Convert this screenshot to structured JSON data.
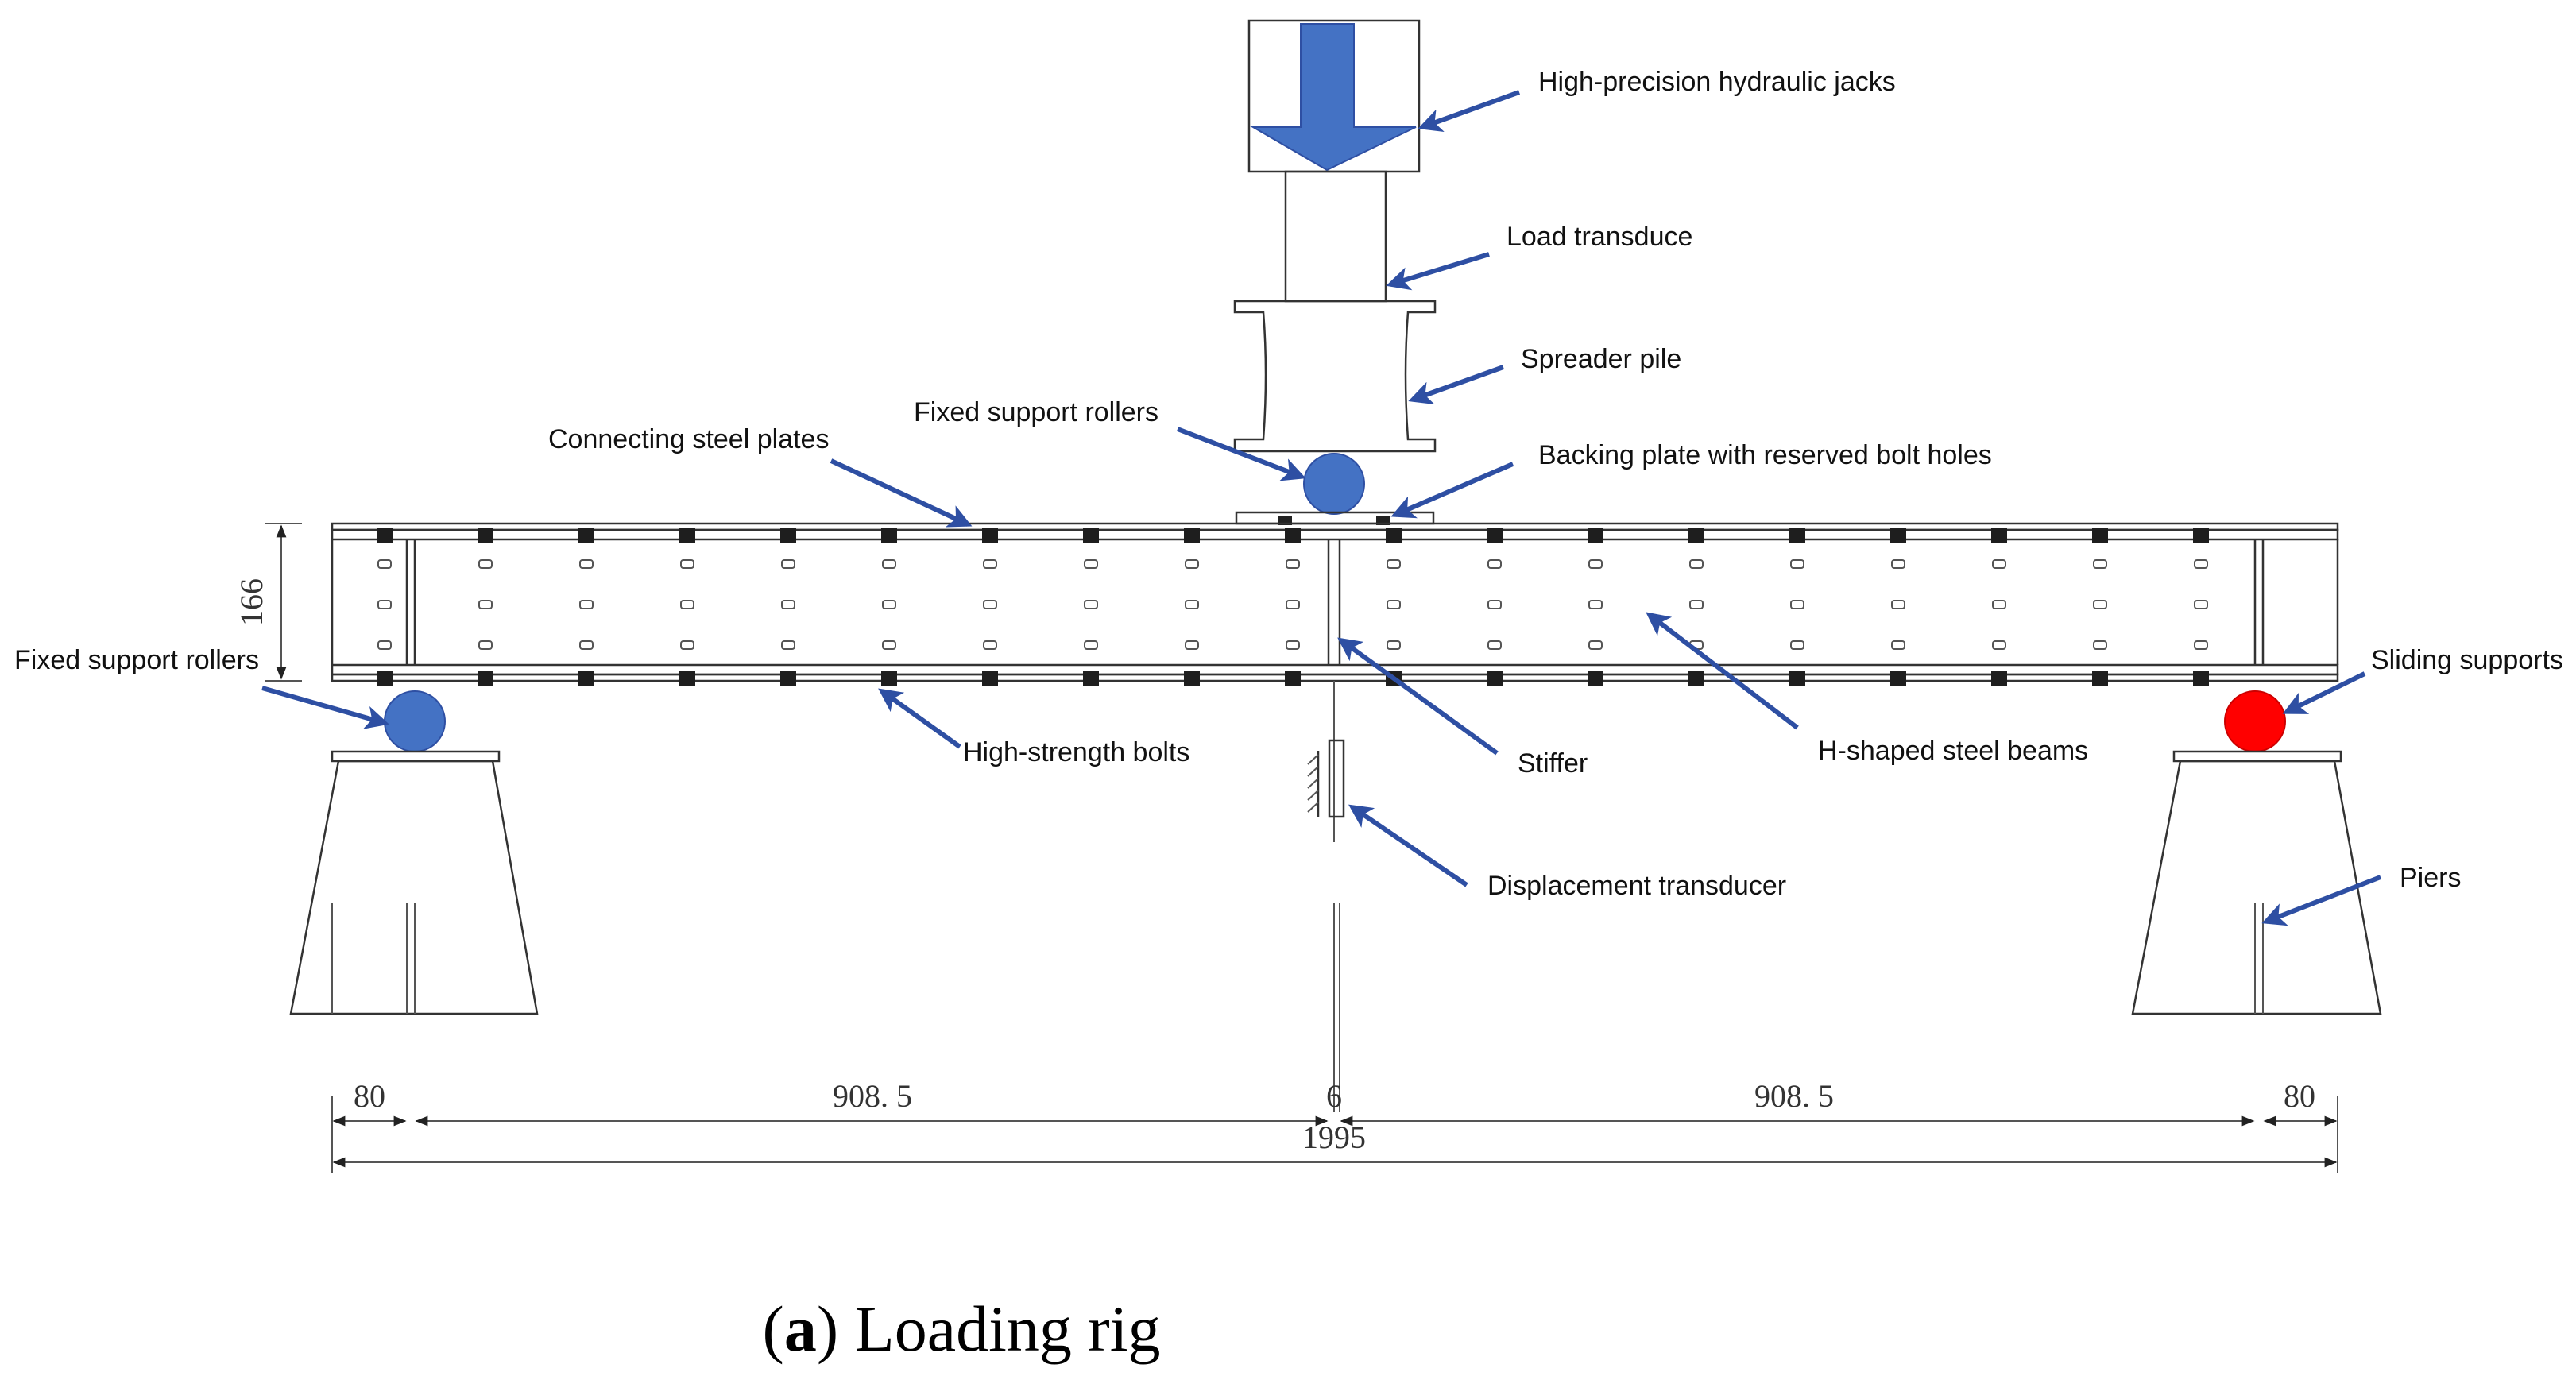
{
  "colors": {
    "arrow": "#2e4fa3",
    "jack_arrow": "#4472c4",
    "fixed_roller": "#4472c4",
    "sliding_support": "#ff0000",
    "line": "#333333"
  },
  "labels": {
    "jacks": "High-precision hydraulic jacks",
    "load_transducer": "Load transduce",
    "spreader": "Spreader pile",
    "fixed_rollers_top": "Fixed support rollers",
    "connecting_plates": "Connecting steel plates",
    "backing_plate": "Backing plate with reserved bolt holes",
    "fixed_rollers_left": "Fixed support rollers",
    "sliding_supports": "Sliding supports",
    "bolts": "High-strength bolts",
    "stiffer": "Stiffer",
    "h_beams": "H-shaped steel beams",
    "displacement": "Displacement transducer",
    "piers": "Piers"
  },
  "dimensions": {
    "height": "166",
    "left_overhang": "80",
    "left_span": "908. 5",
    "center_gap": "6",
    "right_span": "908. 5",
    "right_overhang": "80",
    "total": "1995"
  },
  "caption": {
    "letter": "a",
    "open": "(",
    "close": ")",
    "text": " Loading rig"
  }
}
